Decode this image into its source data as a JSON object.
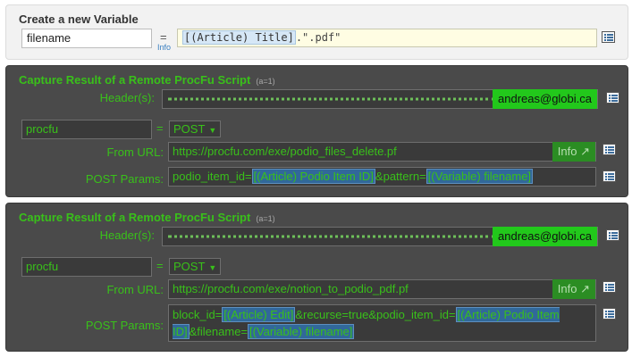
{
  "create_variable": {
    "title": "Create a new Variable",
    "name_value": "filename",
    "equals": "=",
    "info_label": "Info",
    "expression": {
      "token": "[(Article) Title]",
      "suffix": ".\".pdf\""
    }
  },
  "scripts": [
    {
      "title": "Capture Result of a Remote ProcFu Script",
      "subtitle": "(a=1)",
      "header_label": "Header(s):",
      "header_value": "andreas@globi.ca",
      "variable_name": "procfu",
      "equals": "=",
      "method": "POST",
      "from_url_label": "From URL:",
      "url": "https://procfu.com/exe/podio_files_delete.pf",
      "info_button": "Info ↗",
      "post_params_label": "POST Params:",
      "params": {
        "p1": "podio_item_id=",
        "t1": "[(Article) Podio Item ID]",
        "p2": "&pattern=",
        "t2": "[(Variable) filename]"
      }
    },
    {
      "title": "Capture Result of a Remote ProcFu Script",
      "subtitle": "(a=1)",
      "header_label": "Header(s):",
      "header_value": "andreas@globi.ca",
      "variable_name": "procfu",
      "equals": "=",
      "method": "POST",
      "from_url_label": "From URL:",
      "url": "https://procfu.com/exe/notion_to_podio_pdf.pf",
      "info_button": "Info ↗",
      "post_params_label": "POST Params:",
      "params": {
        "p1": "block_id=",
        "t1": "[(Article) Edit]",
        "p2": "&recurse=true&podio_item_id=",
        "t2": "[(Article) Podio Item ID]",
        "p3": "&filename=",
        "t3": "[(Variable) filename]"
      }
    }
  ],
  "icons": {
    "token_menu": "token-menu-icon"
  },
  "colors": {
    "accent_green": "#39c01a",
    "button_green": "#22c81b",
    "dark_panel": "#4a4a4a",
    "token_blue": "#31689a"
  }
}
